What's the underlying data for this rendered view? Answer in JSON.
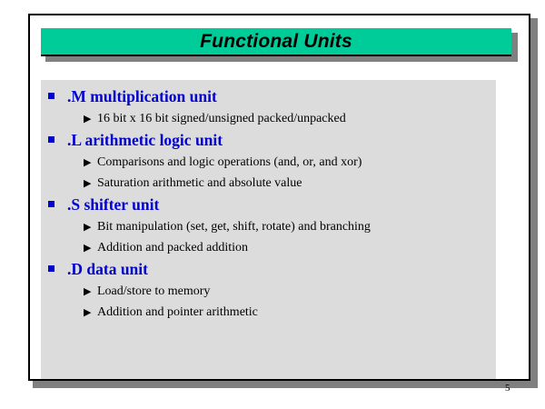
{
  "slide": {
    "title": "Functional Units",
    "page_number": "5",
    "colors": {
      "title_bar": "#00CC99",
      "title_text": "#000000",
      "content_box": "#DCDCDC",
      "heading_text": "#0000D0",
      "body_text": "#000000",
      "shadow": "#808080",
      "slide_background": "#FFFFFF",
      "slide_border": "#000000"
    },
    "bullets": [
      {
        "marker": "square-bullet",
        "label": ".M multiplication unit",
        "sub_bullets": [
          {
            "marker": "triangle-bullet",
            "glyph": "▶",
            "label": "16 bit x 16 bit signed/unsigned packed/unpacked"
          }
        ]
      },
      {
        "marker": "square-bullet",
        "label": ".L arithmetic logic unit",
        "sub_bullets": [
          {
            "marker": "triangle-bullet",
            "glyph": "▶",
            "label": "Comparisons and logic operations (and, or, and xor)"
          },
          {
            "marker": "triangle-bullet",
            "glyph": "▶",
            "label": "Saturation arithmetic and absolute value"
          }
        ]
      },
      {
        "marker": "square-bullet",
        "label": ".S shifter unit",
        "sub_bullets": [
          {
            "marker": "triangle-bullet",
            "glyph": "▶",
            "label": "Bit manipulation (set, get, shift, rotate) and branching"
          },
          {
            "marker": "triangle-bullet",
            "glyph": "▶",
            "label": "Addition and packed addition"
          }
        ]
      },
      {
        "marker": "square-bullet",
        "label": ".D data unit",
        "sub_bullets": [
          {
            "marker": "triangle-bullet",
            "glyph": "▶",
            "label": "Load/store to memory"
          },
          {
            "marker": "triangle-bullet",
            "glyph": "▶",
            "label": "Addition and pointer arithmetic"
          }
        ]
      }
    ]
  }
}
